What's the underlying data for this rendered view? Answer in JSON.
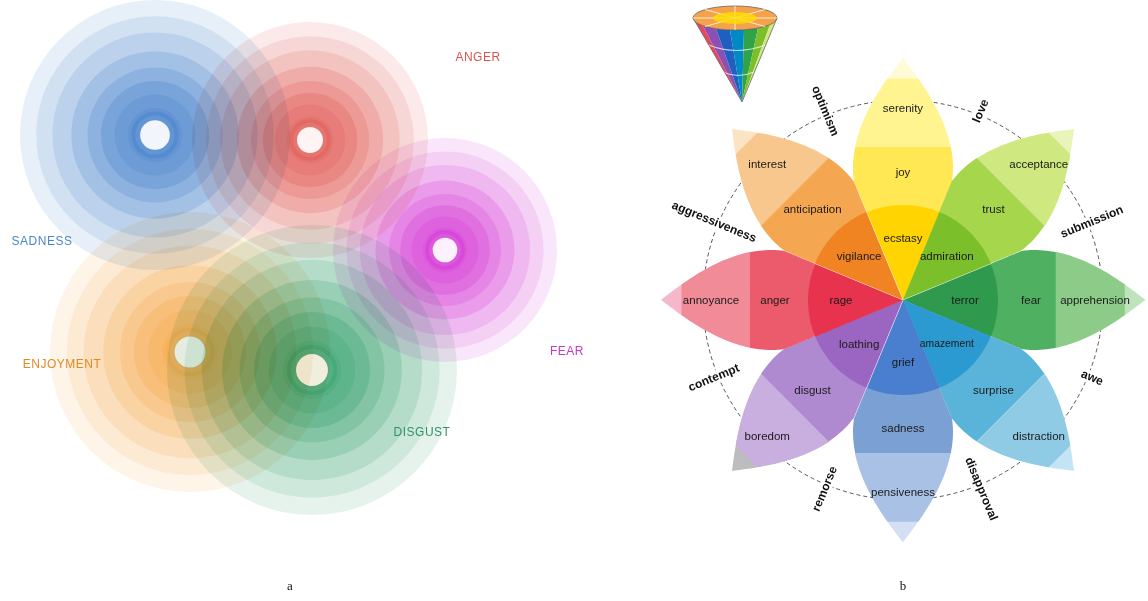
{
  "diagram": {
    "nodes": [
      {
        "text": [
          "ANGER"
        ]
      },
      {
        "text": [
          "SADNESS"
        ]
      },
      {
        "text": [
          "FEAR"
        ]
      },
      {
        "text": [
          "ENJOYMENT"
        ]
      },
      {
        "text": [
          "DISGUST"
        ]
      },
      {
        "text": [
          "serenity"
        ]
      },
      {
        "text": [
          "joy"
        ]
      },
      {
        "text": [
          "ecstasy"
        ]
      },
      {
        "text": [
          "acceptance"
        ]
      },
      {
        "text": [
          "trust"
        ]
      },
      {
        "text": [
          "admiration"
        ]
      },
      {
        "text": [
          "apprehension"
        ]
      },
      {
        "text": [
          "fear"
        ]
      },
      {
        "text": [
          "terror"
        ]
      },
      {
        "text": [
          "distraction"
        ]
      },
      {
        "text": [
          "surprise"
        ]
      },
      {
        "text": [
          "amazement"
        ]
      },
      {
        "text": [
          "pensiveness"
        ]
      },
      {
        "text": [
          "sadness"
        ]
      },
      {
        "text": [
          "grief"
        ]
      },
      {
        "text": [
          "boredom"
        ]
      },
      {
        "text": [
          "disgust"
        ]
      },
      {
        "text": [
          "loathing"
        ]
      },
      {
        "text": [
          "annoyance"
        ]
      },
      {
        "text": [
          "anger"
        ]
      },
      {
        "text": [
          "rage"
        ]
      },
      {
        "text": [
          "interest"
        ]
      },
      {
        "text": [
          "anticipation"
        ]
      },
      {
        "text": [
          "vigilance"
        ]
      }
    ],
    "labels": [
      "optimism",
      "love",
      "aggressiveness",
      "submission",
      "contempt",
      "awe",
      "remorse",
      "disapproval",
      "a",
      "b"
    ]
  }
}
